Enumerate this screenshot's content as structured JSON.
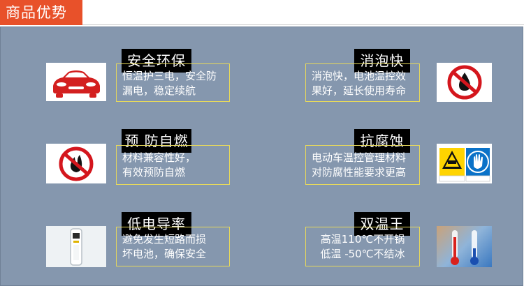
{
  "header": {
    "title": "商品优势"
  },
  "features": [
    {
      "title": "安全环保",
      "line1": "恒温护三电，安全防",
      "line2": "漏电，稳定续航",
      "icon": "red-car-icon"
    },
    {
      "title": "预 防自燃",
      "line1": "材料兼容性好，",
      "line2": "有效预防自燃",
      "icon": "no-fire-icon"
    },
    {
      "title": "低电导率",
      "line1": "避免发生短路而损",
      "line2": "坏电池，确保安全",
      "icon": "conductivity-meter-icon"
    },
    {
      "title": "消泡快",
      "line1": "消泡快，电池温控效",
      "line2": "果好，延长使用寿命",
      "icon": "no-oil-drop-icon"
    },
    {
      "title": "抗腐蚀",
      "line1": "电动车温控管理材料",
      "line2": "对防腐性能要求更高",
      "icon": "corrosion-warning-icon"
    },
    {
      "title": "双温王",
      "line1": "高温110℃不开锅",
      "line2": "低温 -50℃不结冰",
      "icon": "thermometer-icon"
    }
  ],
  "colors": {
    "accent": "#e8512a",
    "panel": "#8597ae",
    "border": "#e6d85c"
  }
}
